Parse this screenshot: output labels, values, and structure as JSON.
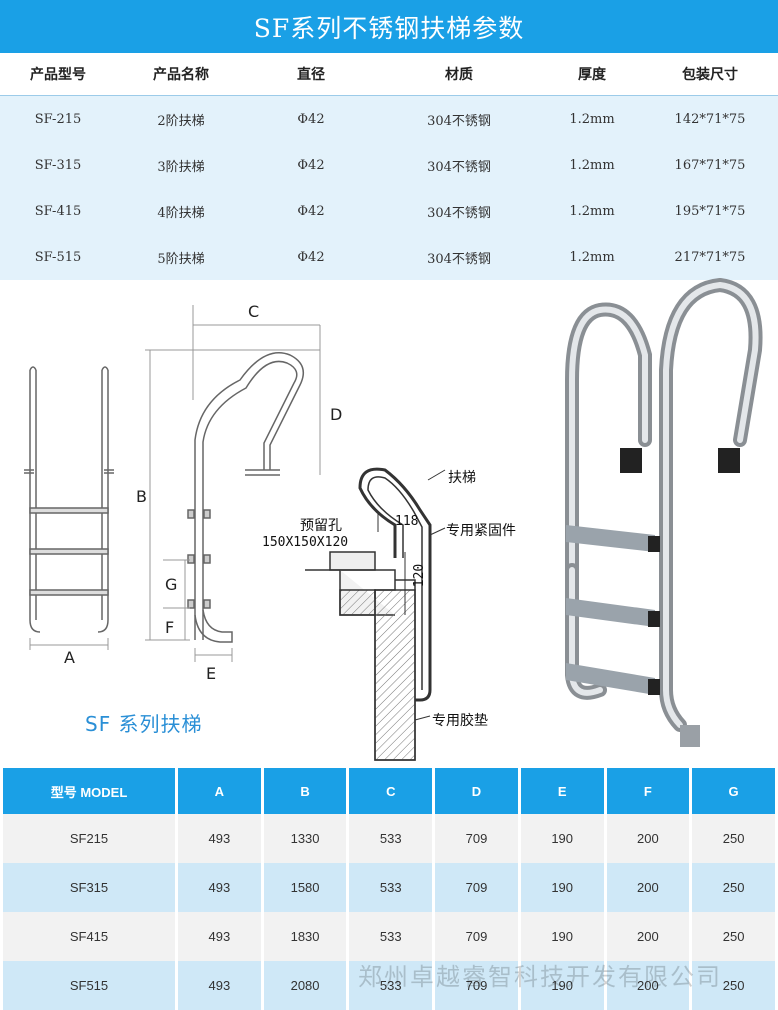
{
  "title": "SF系列不锈钢扶梯参数",
  "spec_table": {
    "headers": [
      "产品型号",
      "产品名称",
      "直径",
      "材质",
      "厚度",
      "包装尺寸"
    ],
    "rows": [
      [
        "SF-215",
        "2阶扶梯",
        "Φ42",
        "304不锈钢",
        "1.2mm",
        "142*71*75"
      ],
      [
        "SF-315",
        "3阶扶梯",
        "Φ42",
        "304不锈钢",
        "1.2mm",
        "167*71*75"
      ],
      [
        "SF-415",
        "4阶扶梯",
        "Φ42",
        "304不锈钢",
        "1.2mm",
        "195*71*75"
      ],
      [
        "SF-515",
        "5阶扶梯",
        "Φ42",
        "304不锈钢",
        "1.2mm",
        "217*71*75"
      ]
    ]
  },
  "diagram": {
    "dimension_letters": [
      "A",
      "B",
      "C",
      "D",
      "E",
      "F",
      "G"
    ],
    "series_caption": "SF 系列扶梯",
    "install_labels": {
      "ladder": "扶梯",
      "reserved_hole": "预留孔",
      "hole_size": "150X150X120",
      "dim_118": "118",
      "dim_120": "120",
      "fastener": "专用紧固件",
      "gasket": "专用胶垫"
    }
  },
  "model_table": {
    "headers": [
      "型号 MODEL",
      "A",
      "B",
      "C",
      "D",
      "E",
      "F",
      "G"
    ],
    "rows": [
      [
        "SF215",
        "493",
        "1330",
        "533",
        "709",
        "190",
        "200",
        "250"
      ],
      [
        "SF315",
        "493",
        "1580",
        "533",
        "709",
        "190",
        "200",
        "250"
      ],
      [
        "SF415",
        "493",
        "1830",
        "533",
        "709",
        "190",
        "200",
        "250"
      ],
      [
        "SF515",
        "493",
        "2080",
        "533",
        "709",
        "190",
        "200",
        "250"
      ]
    ]
  },
  "watermark": "郑州卓越睿智科技开发有限公司"
}
